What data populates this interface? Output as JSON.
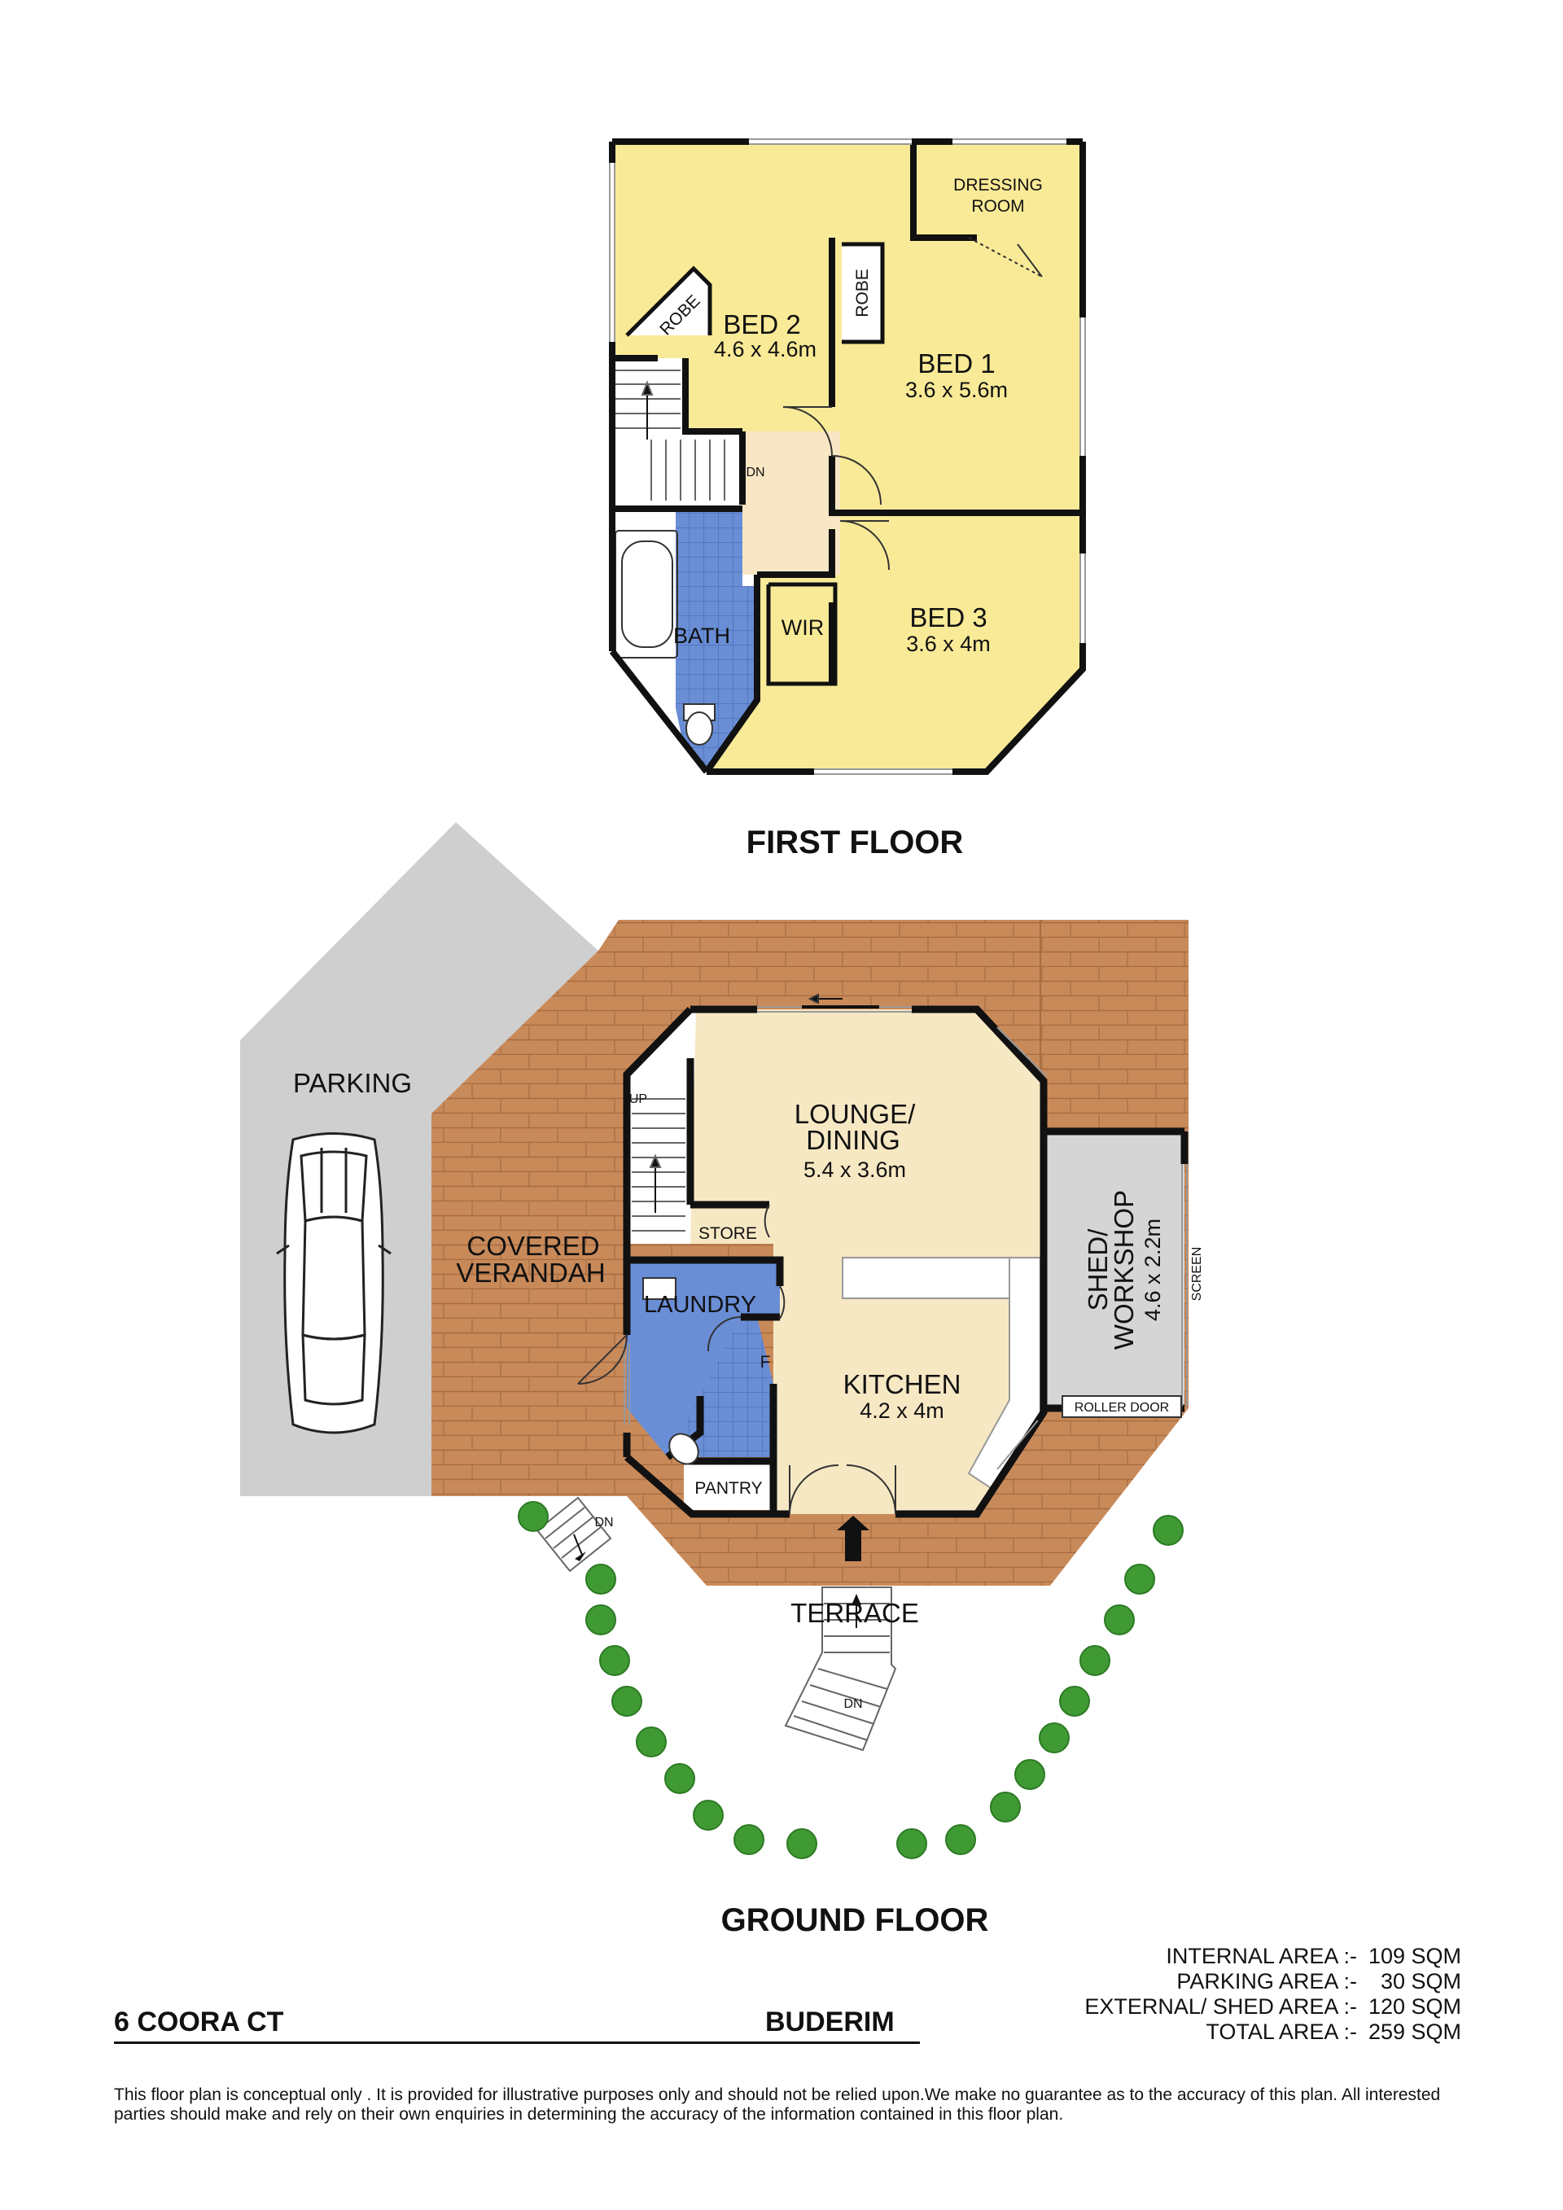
{
  "colors": {
    "bedroom": "#f9ea97",
    "hall": "#f9e6c4",
    "living": "#f7e8c4",
    "bathroom": "#6a8ed6",
    "deck": "#c98a5a",
    "parking": "#cfcfcf",
    "shed": "#d5d5d5",
    "shrub": "#3f9a34",
    "wall": "#111111"
  },
  "first_floor": {
    "title": "FIRST FLOOR",
    "rooms": {
      "dressing_name_1": "DRESSING",
      "dressing_name_2": "ROOM",
      "bed2_name": "BED 2",
      "bed2_dim": "4.6 x 4.6m",
      "bed1_name": "BED 1",
      "bed1_dim": "3.6 x 5.6m",
      "bed3_name": "BED 3",
      "bed3_dim": "3.6 x 4m",
      "robe_a": "ROBE",
      "robe_b": "ROBE",
      "wir": "WIR",
      "bath": "BATH",
      "stair_dn": "DN"
    }
  },
  "ground_floor": {
    "title": "GROUND FLOOR",
    "rooms": {
      "parking": "PARKING",
      "verandah_1": "COVERED",
      "verandah_2": "VERANDAH",
      "lounge_1": "LOUNGE/",
      "lounge_2": "DINING",
      "lounge_dim": "5.4 x 3.6m",
      "kitchen_name": "KITCHEN",
      "kitchen_dim": "4.2 x 4m",
      "store": "STORE",
      "laundry": "LAUNDRY",
      "fridge": "F",
      "pantry": "PANTRY",
      "shed_1": "SHED/",
      "shed_2": "WORKSHOP",
      "shed_dim": "4.6 x 2.2m",
      "screen": "SCREEN",
      "roller_door": "ROLLER DOOR",
      "terrace": "TERRACE",
      "stair_up": "UP",
      "step_dn_left": "DN",
      "step_dn_bottom": "DN"
    }
  },
  "footer": {
    "address": "6 COORA CT",
    "suburb": "BUDERIM",
    "areas": [
      {
        "label": "INTERNAL AREA",
        "sep": ":-",
        "value": "109 SQM"
      },
      {
        "label": "PARKING AREA",
        "sep": ":-",
        "value": "30 SQM"
      },
      {
        "label": "EXTERNAL/ SHED AREA",
        "sep": ":-",
        "value": "120 SQM"
      },
      {
        "label": "TOTAL AREA",
        "sep": ":-",
        "value": "259 SQM"
      }
    ],
    "disclaimer": "This floor plan  is conceptual only . It is provided for illustrative purposes only and should not be relied upon.We make no guarantee as to the accuracy of this plan. All interested parties should make and rely on their own enquiries in determining the accuracy of the information contained in this floor plan."
  }
}
